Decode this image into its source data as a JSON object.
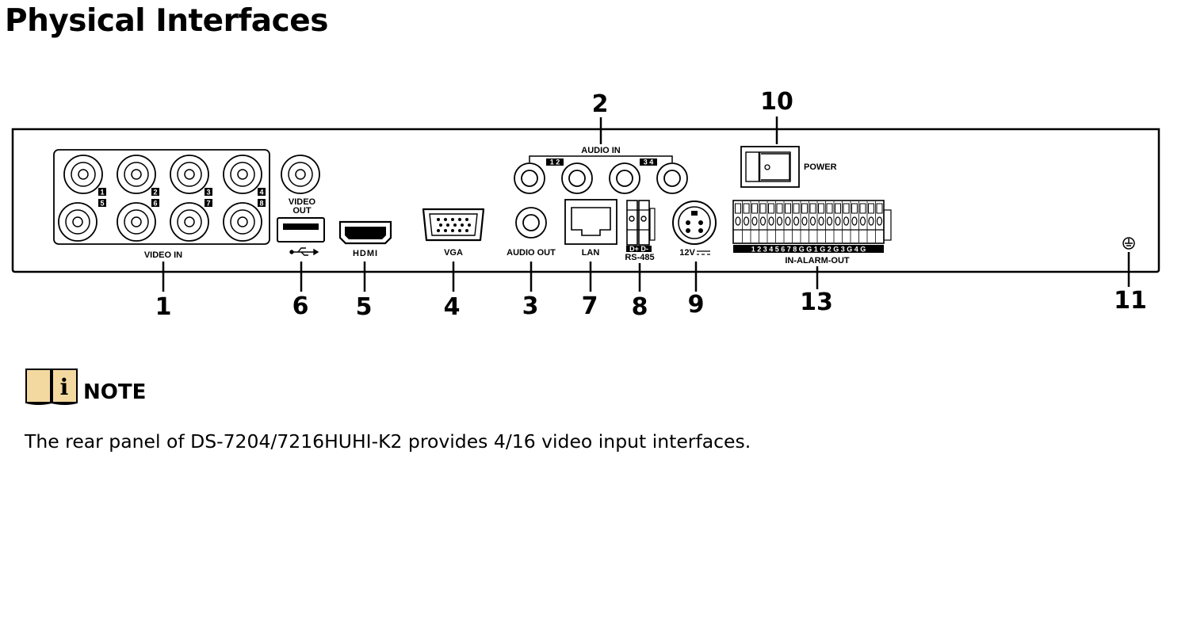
{
  "page": {
    "title": "Physical Interfaces"
  },
  "panel_labels": {
    "video_in": "VIDEO  IN",
    "video_out_line1": "VIDEO",
    "video_out_line2": "OUT",
    "hdmi": "HDMI",
    "vga": "VGA",
    "audio_in": "AUDIO IN",
    "audio_out": "AUDIO OUT",
    "lan": "LAN",
    "rs485": "RS-485",
    "rs485_pins": "D+ D-",
    "power_12v": "12V",
    "power_switch": "POWER",
    "alarm": "IN-ALARM-OUT",
    "alarm_pins": "1 2 3 4 5 6 7 8 G G 1 G 2 G 3 G 4 G",
    "ch1": "1",
    "ch2": "2",
    "ch3": "3",
    "ch4": "4",
    "ch5": "5",
    "ch6": "6",
    "ch7": "7",
    "ch8": "8",
    "audio_12": "1 2",
    "audio_34": "3 4"
  },
  "callouts": {
    "c1": "1",
    "c2": "2",
    "c3": "3",
    "c4": "4",
    "c5": "5",
    "c6": "6",
    "c7": "7",
    "c8": "8",
    "c9": "9",
    "c10": "10",
    "c11": "11",
    "c13": "13"
  },
  "note": {
    "icon": "info-book-icon",
    "label": "NOTE",
    "text": "The rear panel of DS-7204/7216HUHI-K2 provides 4/16 video input interfaces."
  }
}
